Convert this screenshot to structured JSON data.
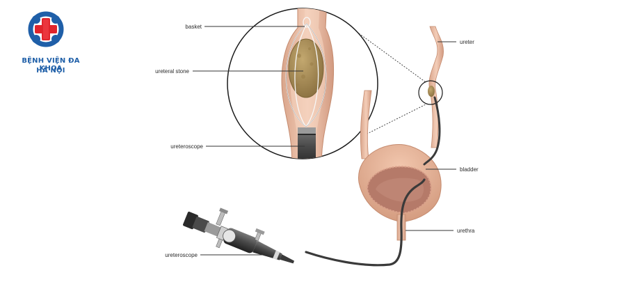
{
  "logo": {
    "name_line1": "BỆNH VIỆN ĐA KHOA",
    "name_line2": "HÀ NỘI",
    "brand_blue": "#1f5fa8",
    "brand_red": "#e0242b"
  },
  "labels": {
    "basket": "basket",
    "ureteral_stone": "ureteral stone",
    "ureteroscope_inset": "ureteroscope",
    "ureter": "ureter",
    "bladder": "bladder",
    "urethra": "urethra",
    "ureteroscope_device": "ureteroscope"
  },
  "colors": {
    "tissue": "#e8b79d",
    "tissue_dark": "#c98c70",
    "stone": "#a68a55",
    "scope": "#3a3a3a",
    "bladder_inner": "#c78f7f",
    "leader": "#333333"
  }
}
